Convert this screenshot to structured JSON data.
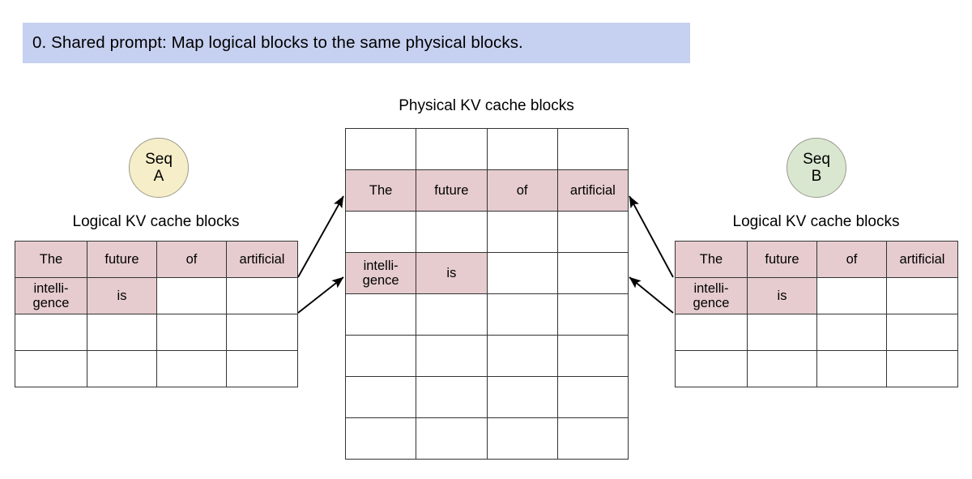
{
  "banner": {
    "text": "0. Shared prompt: Map logical blocks to the same physical blocks.",
    "background": "#c6d0f0"
  },
  "colors": {
    "filled_block": "#e6cccf",
    "empty_block": "#ffffff",
    "grid_line": "#333333",
    "seq_a_fill": "#f5eec8",
    "seq_b_fill": "#d9e7d1",
    "arrow": "#000000"
  },
  "captions": {
    "physical": "Physical KV cache blocks",
    "logical_left": "Logical KV cache blocks",
    "logical_right": "Logical KV cache blocks"
  },
  "seq_a": {
    "line1": "Seq",
    "line2": "A"
  },
  "seq_b": {
    "line1": "Seq",
    "line2": "B"
  },
  "tokens": {
    "the": "The",
    "future": "future",
    "of": "of",
    "artificial": "artificial",
    "intelligence": "intelli-\ngence",
    "is": "is"
  },
  "logical_left": {
    "rows": 4,
    "cols": 4,
    "cells": [
      [
        "The",
        "future",
        "of",
        "artificial"
      ],
      [
        "intelli-\ngence",
        "is",
        "",
        ""
      ],
      [
        "",
        "",
        "",
        ""
      ],
      [
        "",
        "",
        "",
        ""
      ]
    ]
  },
  "logical_right": {
    "rows": 4,
    "cols": 4,
    "cells": [
      [
        "The",
        "future",
        "of",
        "artificial"
      ],
      [
        "intelli-\ngence",
        "is",
        "",
        ""
      ],
      [
        "",
        "",
        "",
        ""
      ],
      [
        "",
        "",
        "",
        ""
      ]
    ]
  },
  "physical": {
    "rows": 8,
    "cols": 4,
    "cells": [
      [
        "",
        "",
        "",
        ""
      ],
      [
        "The",
        "future",
        "of",
        "artificial"
      ],
      [
        "",
        "",
        "",
        ""
      ],
      [
        "intelli-\ngence",
        "is",
        "",
        ""
      ],
      [
        "",
        "",
        "",
        ""
      ],
      [
        "",
        "",
        "",
        ""
      ],
      [
        "",
        "",
        "",
        ""
      ],
      [
        "",
        "",
        "",
        ""
      ]
    ]
  },
  "mappings": [
    {
      "from": "logical_left_row1",
      "to": "physical_row2"
    },
    {
      "from": "logical_left_row2",
      "to": "physical_row4"
    },
    {
      "from": "logical_right_row1",
      "to": "physical_row2"
    },
    {
      "from": "logical_right_row2",
      "to": "physical_row4"
    }
  ]
}
